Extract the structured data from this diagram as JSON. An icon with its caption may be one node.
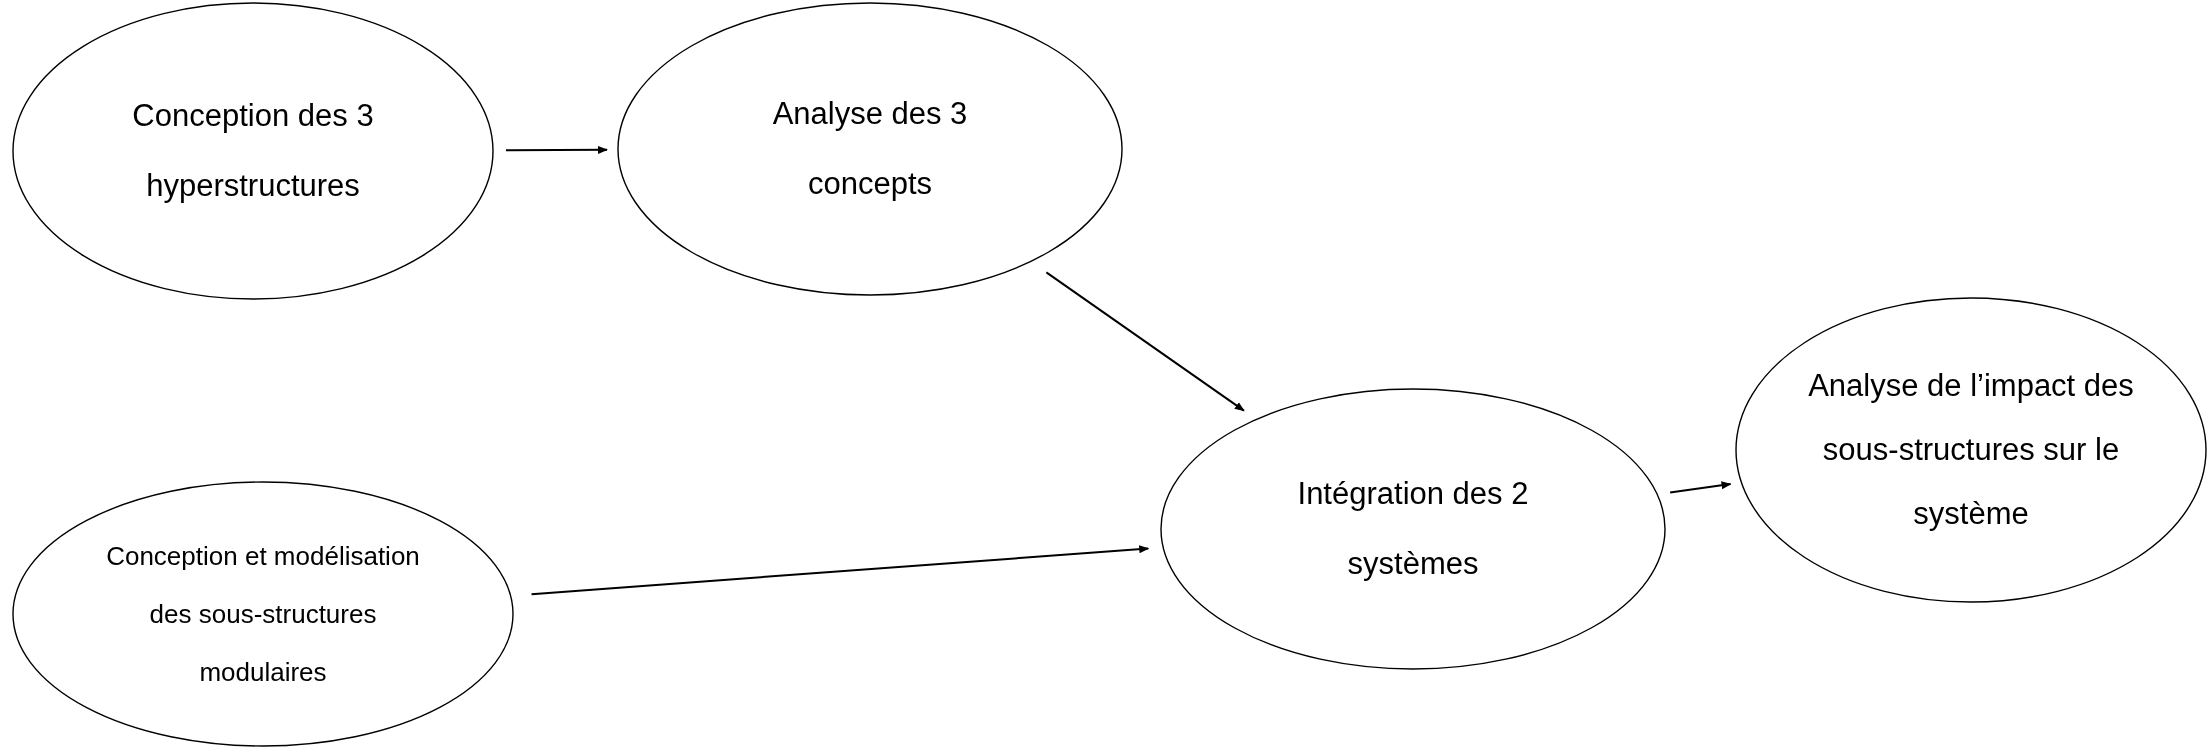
{
  "diagram": {
    "nodes": [
      {
        "text": [
          "Conception des 3 hyperstructures"
        ]
      },
      {
        "text": [
          "Analyse des 3 concepts"
        ]
      },
      {
        "text": [
          "Intégration des 2 systèmes"
        ]
      },
      {
        "text": [
          "Analyse de l’impact des sous-structures sur le système"
        ]
      },
      {
        "text": [
          "Conception et modélisation des sous-structures modulaires"
        ]
      }
    ],
    "edges": [
      {
        "from": 0,
        "to": 1,
        "arrow": "to"
      },
      {
        "from": 1,
        "to": 2,
        "arrow": "to"
      },
      {
        "from": 4,
        "to": 2,
        "arrow": "to"
      },
      {
        "from": 2,
        "to": 3,
        "arrow": "to"
      }
    ]
  }
}
